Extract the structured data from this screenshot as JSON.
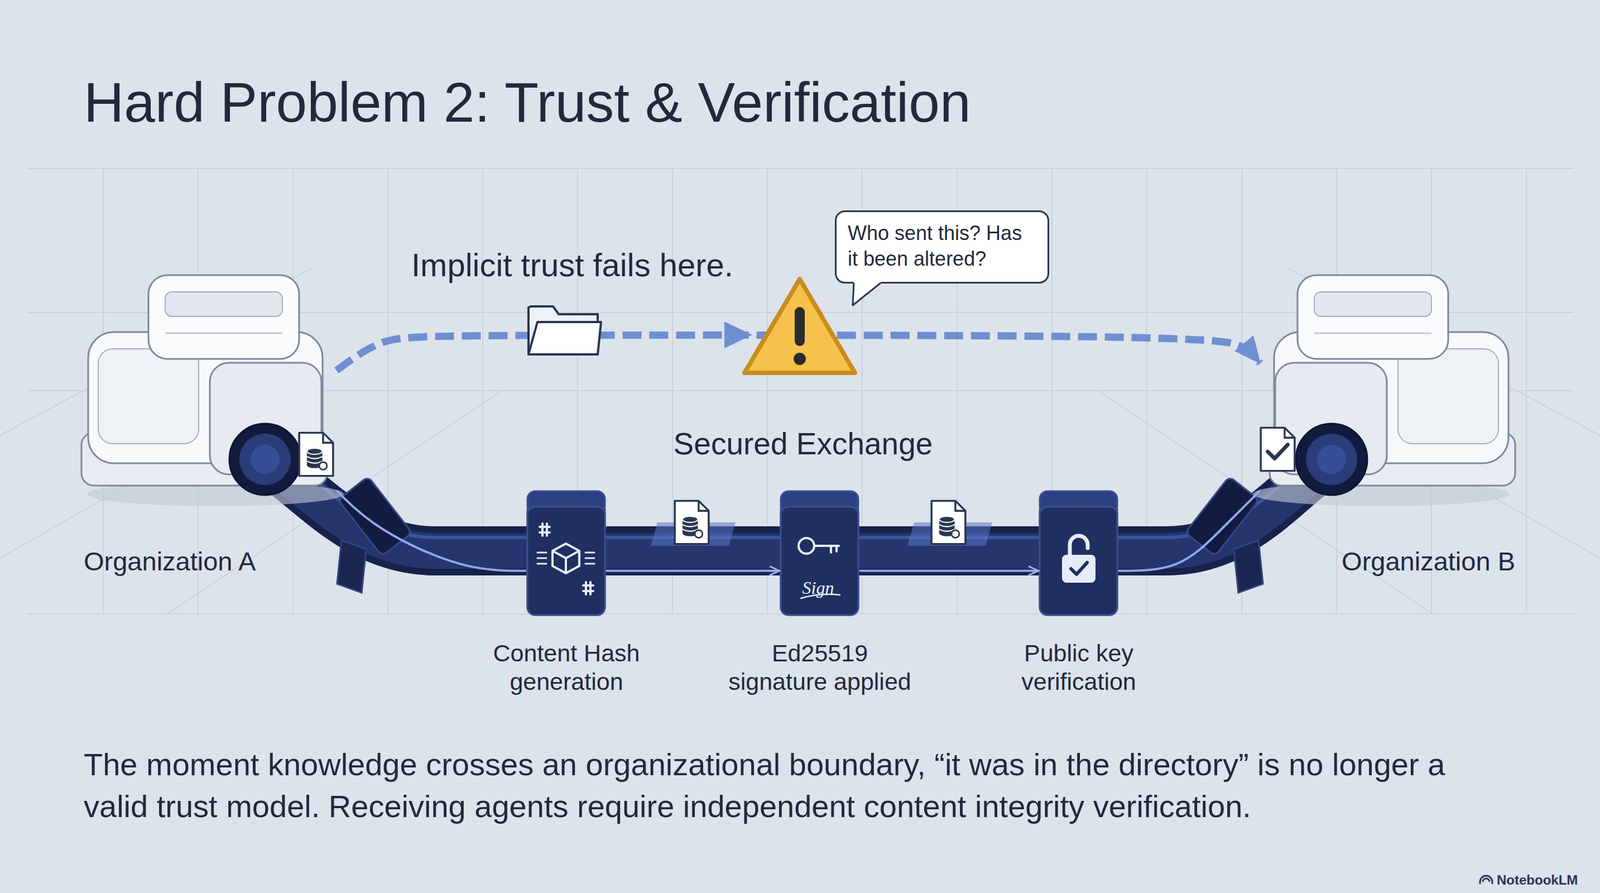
{
  "diagram": {
    "title": "Hard Problem 2: Trust & Verification",
    "caption": "The moment knowledge crosses an organizational boundary, “it was in the directory” is no longer a valid trust model. Receiving agents require independent content integrity verification.",
    "nodes": [
      {
        "text": [
          "Organization A"
        ]
      },
      {
        "text": [
          "Content Hash generation"
        ]
      },
      {
        "text": [
          "Ed25519 signature applied"
        ]
      },
      {
        "text": [
          "Public key verification"
        ]
      },
      {
        "text": [
          "Organization B"
        ]
      },
      {
        "text": [
          "Who sent this? Has it been altered?"
        ]
      }
    ],
    "edges": [
      {
        "from": 0,
        "to": 4,
        "arrow": "to",
        "label": "Implicit trust fails here."
      },
      {
        "from": 0,
        "to": 1,
        "arrow": "none"
      },
      {
        "from": 1,
        "to": 2,
        "arrow": "to"
      },
      {
        "from": 2,
        "to": 3,
        "arrow": "to"
      },
      {
        "from": 3,
        "to": 4,
        "arrow": "none"
      }
    ],
    "labels": [
      "Secured Exchange",
      "Sign",
      "NotebookLM"
    ]
  }
}
